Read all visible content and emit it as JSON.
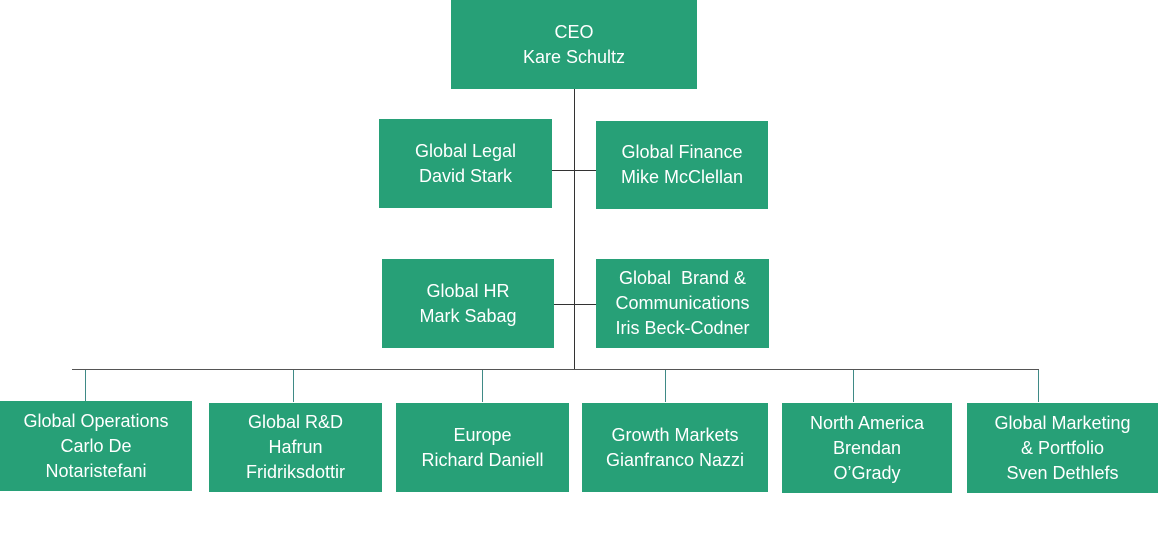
{
  "ceo": {
    "title": "CEO",
    "name": "Kare Schultz"
  },
  "staff": [
    {
      "title": "Global Legal",
      "name": "David Stark"
    },
    {
      "title": "Global Finance",
      "name": "Mike McClellan"
    },
    {
      "title": "Global HR",
      "name": "Mark Sabag"
    },
    {
      "title": "Global  Brand &",
      "title2": "Communications",
      "name": "Iris Beck-Codner"
    }
  ],
  "units": [
    {
      "title": "Global Operations",
      "name": "Carlo De",
      "name2": "Notaristefani"
    },
    {
      "title": "Global R&D",
      "name": "Hafrun",
      "name2": "Fridriksdottir"
    },
    {
      "title": "Europe",
      "name": "Richard Daniell"
    },
    {
      "title": "Growth Markets",
      "name": "Gianfranco Nazzi"
    },
    {
      "title": "North America",
      "name": "Brendan",
      "name2": "O’Grady"
    },
    {
      "title": "Global Marketing",
      "name": "& Portfolio",
      "name2": "Sven Dethlefs"
    }
  ],
  "colors": {
    "box": "#27a077",
    "line": "#333333",
    "drop": "#3f8a86"
  }
}
